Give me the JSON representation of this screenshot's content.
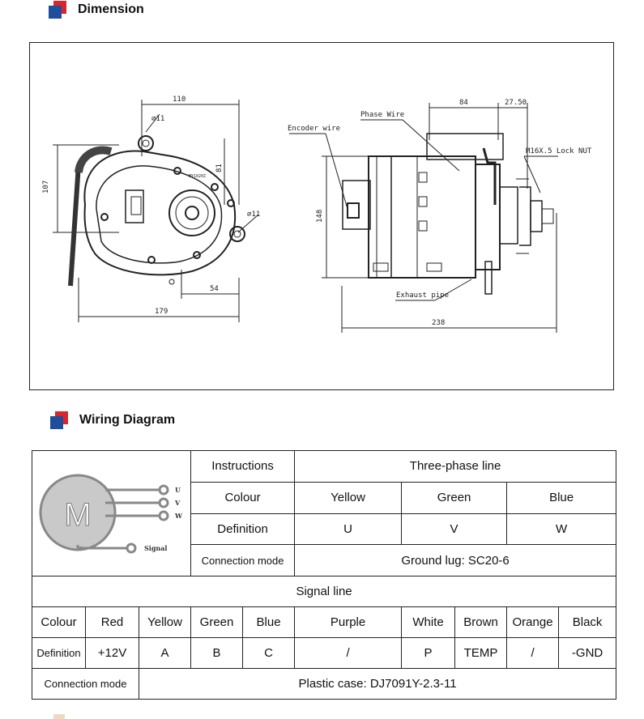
{
  "sections": {
    "dimension": {
      "title": "Dimension"
    },
    "wiring": {
      "title": "Wiring Diagram"
    }
  },
  "drawing": {
    "left_view": {
      "dims": {
        "top_width": "110",
        "hole_top": "⌀11",
        "height": "107",
        "right_height": "81",
        "hole_right": "⌀11",
        "bottom_offset": "54",
        "bottom_width": "179"
      },
      "nameplate": "MY1020Z"
    },
    "right_view": {
      "labels": {
        "encoder_wire": "Encoder wire",
        "phase_wire": "Phase Wire",
        "lock_nut": "M16X.5 Lock NUT",
        "exhaust_pipe": "Exhaust pipe"
      },
      "dims": {
        "top_84": "84",
        "top_27_5": "27.50",
        "height_148": "148",
        "bottom_238": "238"
      }
    }
  },
  "motor_icon": {
    "letter": "M",
    "terminals": [
      "U",
      "V",
      "W"
    ],
    "signal_label": "Signal"
  },
  "table": {
    "row1": {
      "label": "Instructions",
      "value": "Three-phase line"
    },
    "row2": {
      "label": "Colour",
      "cells": [
        "Yellow",
        "Green",
        "Blue"
      ]
    },
    "row3": {
      "label": "Definition",
      "cells": [
        "U",
        "V",
        "W"
      ]
    },
    "row4": {
      "label": "Connection mode",
      "value": "Ground lug: SC20-6"
    },
    "signal_header": "Signal line",
    "signal_colour": {
      "label": "Colour",
      "cells": [
        "Red",
        "Yellow",
        "Green",
        "Blue",
        "Purple",
        "White",
        "Brown",
        "Orange",
        "Black"
      ]
    },
    "signal_definition": {
      "label": "Definition",
      "cells": [
        "+12V",
        "A",
        "B",
        "C",
        "/",
        "P",
        "TEMP",
        "/",
        "-GND"
      ]
    },
    "signal_connection": {
      "label": "Connection mode",
      "value": "Plastic case: DJ7091Y-2.3-11"
    }
  }
}
